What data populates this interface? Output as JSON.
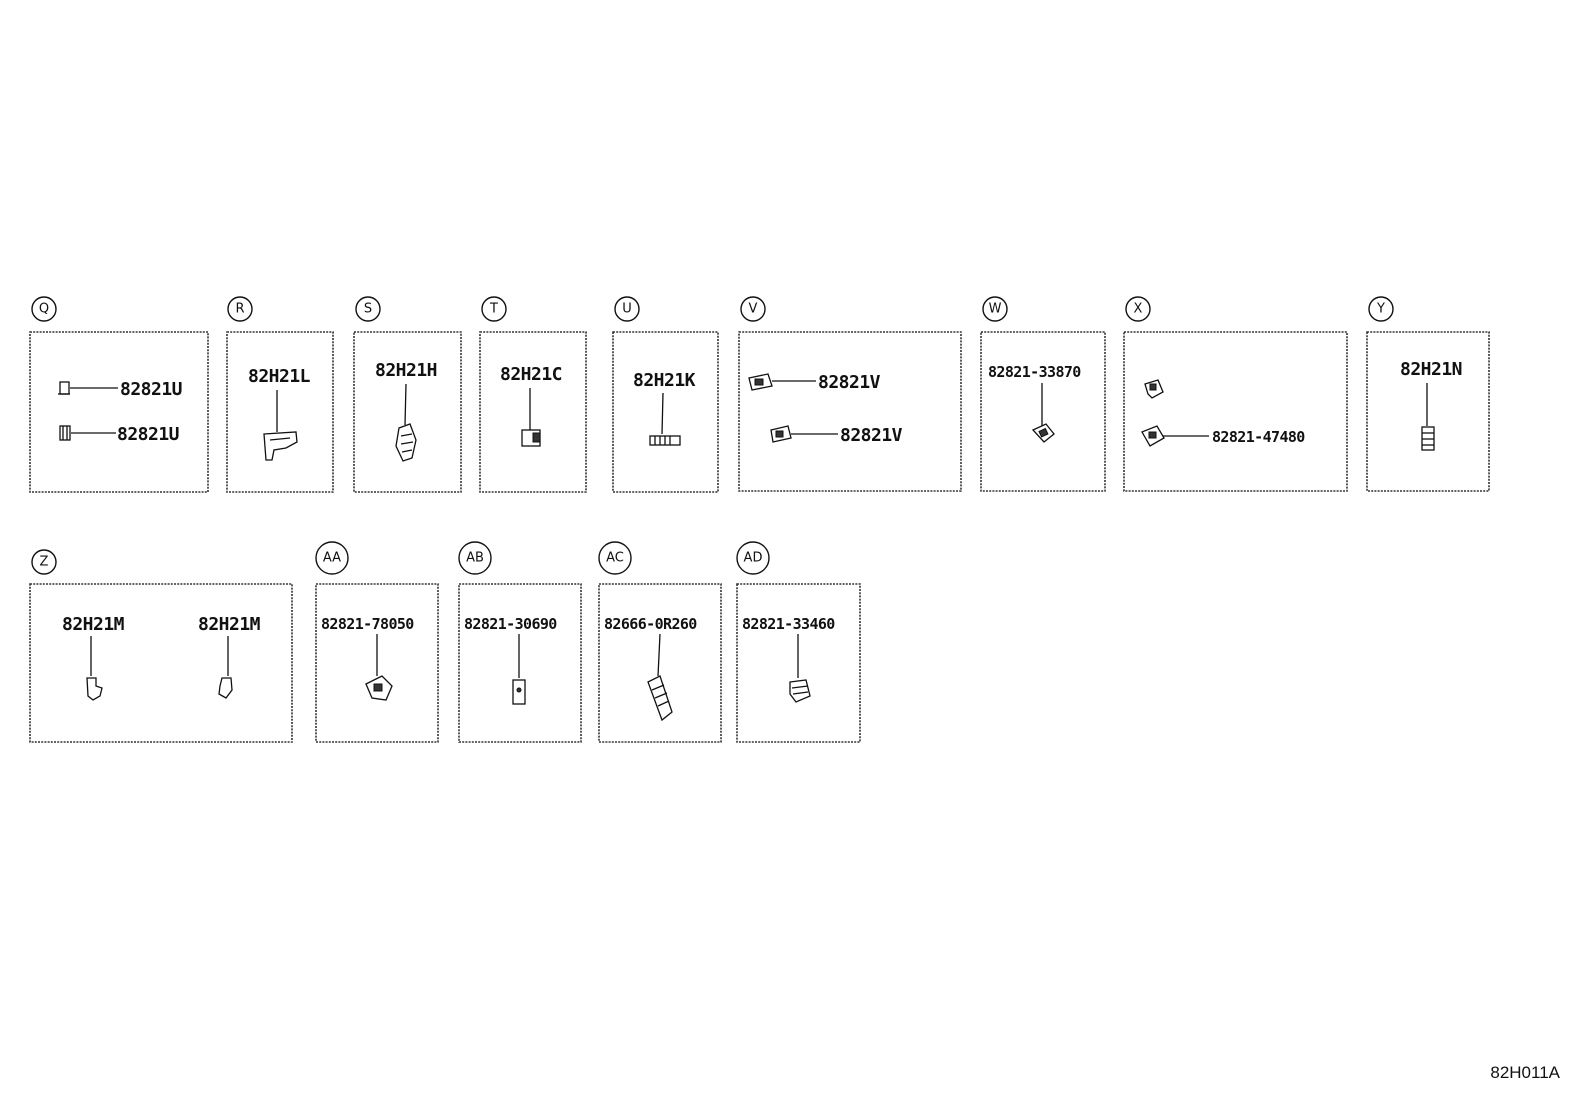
{
  "callouts": {
    "Q": "Q",
    "R": "R",
    "S": "S",
    "T": "T",
    "U": "U",
    "V": "V",
    "W": "W",
    "X": "X",
    "Y": "Y",
    "Z": "Z",
    "AA": "AA",
    "AB": "AB",
    "AC": "AC",
    "AD": "AD"
  },
  "parts": {
    "q1": "82821U",
    "q2": "82821U",
    "r": "82H21L",
    "s": "82H21H",
    "t": "82H21C",
    "u": "82H21K",
    "v1": "82821V",
    "v2": "82821V",
    "w": "82821-33870",
    "x": "82821-47480",
    "y": "82H21N",
    "z1": "82H21M",
    "z2": "82H21M",
    "aa": "82821-78050",
    "ab": "82821-30690",
    "ac": "82666-0R260",
    "ad": "82821-33460"
  },
  "diagram_id": "82H011A"
}
